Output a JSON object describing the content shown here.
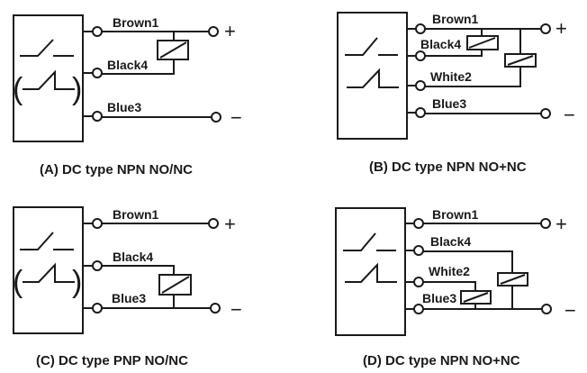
{
  "panels": [
    {
      "id": "A",
      "caption": "(A) DC type NPN NO/NC",
      "wires": [
        "Brown1",
        "Black4",
        "Blue3"
      ],
      "plus": "+",
      "minus": "−",
      "paren_open": "(",
      "paren_close": ")"
    },
    {
      "id": "B",
      "caption": "(B) DC type NPN NO+NC",
      "wires": [
        "Brown1",
        "Black4",
        "White2",
        "Blue3"
      ],
      "plus": "+",
      "minus": "−"
    },
    {
      "id": "C",
      "caption": "(C) DC type PNP NO/NC",
      "wires": [
        "Brown1",
        "Black4",
        "Blue3"
      ],
      "plus": "+",
      "minus": "−",
      "paren_open": "(",
      "paren_close": ")"
    },
    {
      "id": "D",
      "caption": "(D) DC type NPN NO+NC",
      "wires": [
        "Brown1",
        "Black4",
        "White2",
        "Blue3"
      ],
      "plus": "+",
      "minus": "−"
    }
  ]
}
